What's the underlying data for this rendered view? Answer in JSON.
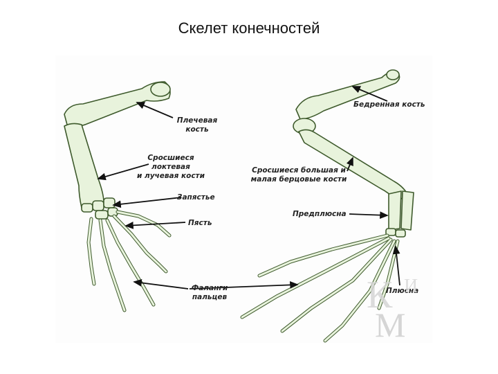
{
  "title": "Скелет конечностей",
  "labels": {
    "humerus": [
      "Плечевая",
      "кость"
    ],
    "radioulna": [
      "Сросшиеся локтевая",
      "и лучевая кости"
    ],
    "carpus": "Запястье",
    "metacarpus": "Пясть",
    "phalanges": [
      "Фаланги",
      "пальцев"
    ],
    "femur": "Бедренная кость",
    "tibiofibula": [
      "Сросшиеся большая и",
      "малая берцовые кости"
    ],
    "tarsus": "Предплюсна",
    "metatarsus": "Плюсна"
  },
  "watermark": {
    "letters": [
      "К",
      "М",
      "И"
    ]
  },
  "colors": {
    "bone": "#e8f3dc",
    "outline": "#3e5a2c",
    "arrow": "#111111"
  }
}
